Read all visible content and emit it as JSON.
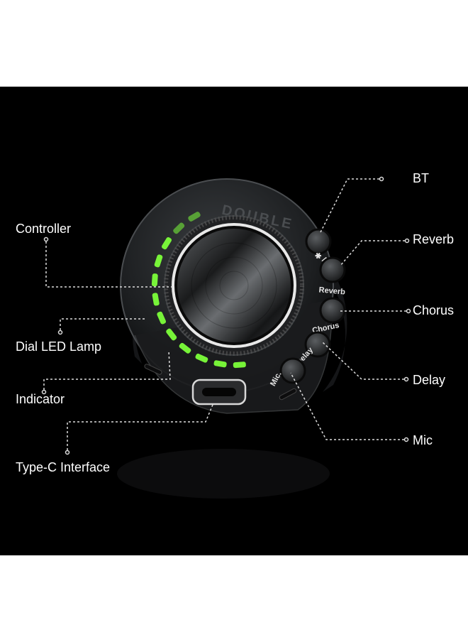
{
  "device": {
    "brand": "DOUBLE",
    "buttons": [
      {
        "key": "bt",
        "text": "✱ AUX"
      },
      {
        "key": "reverb",
        "text": "Reverb"
      },
      {
        "key": "chorus",
        "text": "Chorus"
      },
      {
        "key": "delay",
        "text": "Delay"
      },
      {
        "key": "mic",
        "text": "Mic."
      }
    ],
    "led_color": "#7cff3a"
  },
  "callouts": {
    "controller": "Controller",
    "dial_led_lamp": "Dial LED Lamp",
    "indicator": "Indicator",
    "type_c": "Type-C Interface",
    "bt": "BT",
    "reverb": "Reverb",
    "chorus": "Chorus",
    "delay": "Delay",
    "mic": "Mic"
  }
}
